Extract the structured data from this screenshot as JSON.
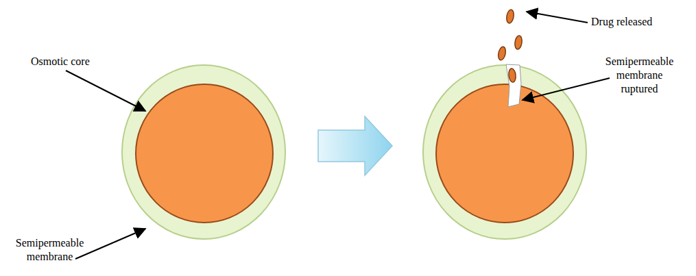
{
  "diagram": {
    "labels": [
      "Osmotic core",
      "Semipermeable membrane",
      "Drug released",
      "Semipermeable membrane ruptured"
    ]
  }
}
